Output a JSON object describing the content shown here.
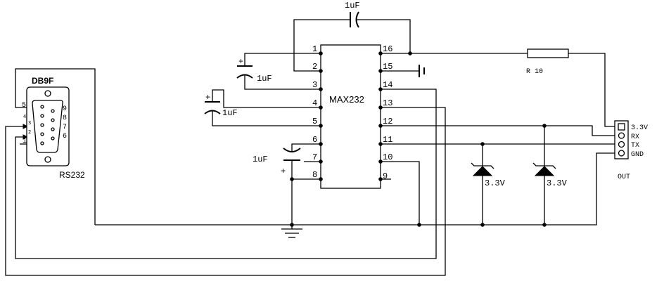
{
  "style": {
    "ink": "#000000",
    "background": "#ffffff"
  },
  "db9": {
    "title": "DB9F",
    "label": "RS232",
    "pin_labels_left": [
      "5",
      "4",
      "3",
      "2",
      "1"
    ],
    "pin_labels_right": [
      "9",
      "8",
      "7",
      "6"
    ]
  },
  "ic": {
    "name": "MAX232",
    "left_pins": [
      "1",
      "2",
      "3",
      "4",
      "5",
      "6",
      "7",
      "8"
    ],
    "right_pins": [
      "16",
      "15",
      "14",
      "13",
      "12",
      "11",
      "10",
      "9"
    ]
  },
  "capacitors": {
    "c_top": {
      "value": "1uF"
    },
    "c1": {
      "value": "1uF",
      "polarity": "+"
    },
    "c2": {
      "value": "1uF",
      "polarity": "+"
    },
    "c3": {
      "value": "1uF",
      "polarity": "+"
    }
  },
  "resistor": {
    "label": "R 10"
  },
  "zeners": [
    {
      "label": "3.3V"
    },
    {
      "label": "3.3V"
    }
  ],
  "out_header": {
    "pins": [
      "3.3V",
      "RX",
      "TX",
      "GND"
    ],
    "label": "OUT"
  }
}
